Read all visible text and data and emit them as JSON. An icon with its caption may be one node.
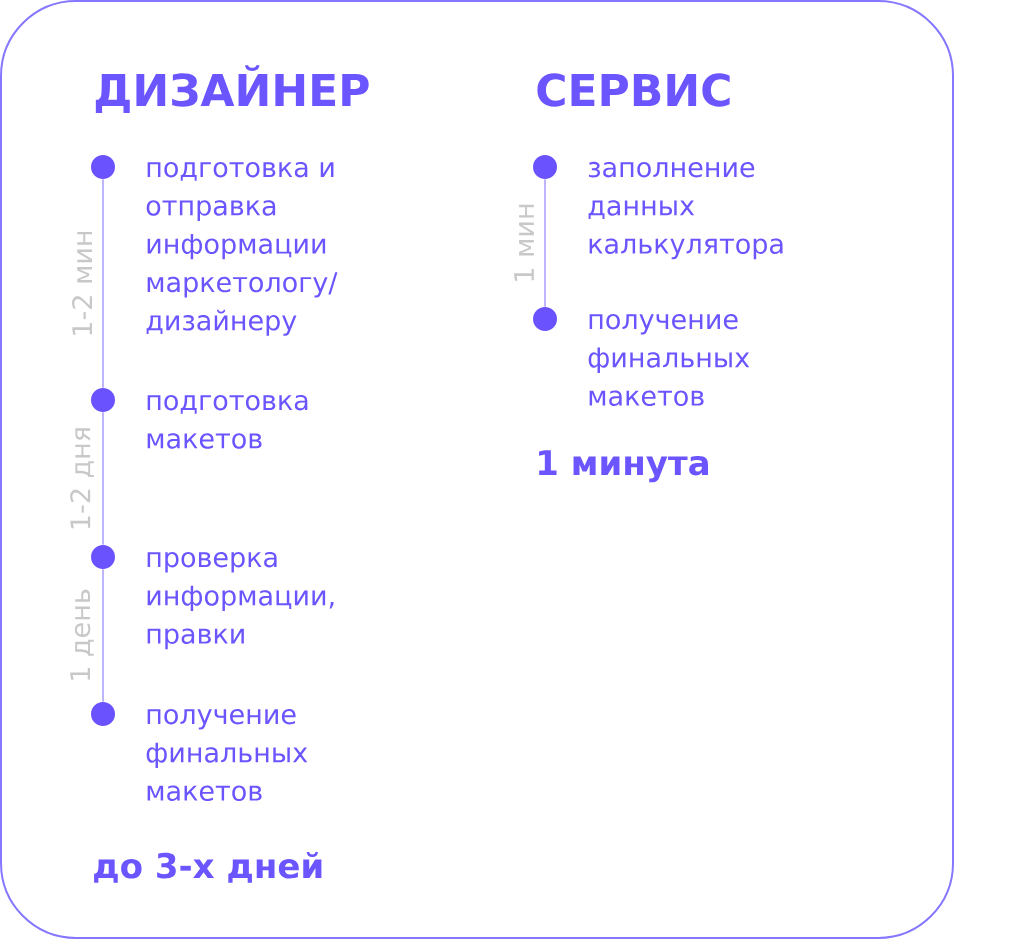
{
  "diagram": {
    "nodes": [
      {
        "text": [
          "ДИЗАЙНЕР",
          "СЕРВИС",
          "1 минута",
          "до 3-х дней"
        ]
      },
      {
        "text": [],
        "shape": "circle",
        "in": 0,
        "beside": [
          "подготовка и отправка информации маркетологу/дизайнеру"
        ]
      },
      {
        "text": [],
        "shape": "circle",
        "in": 0,
        "beside": [
          "подготовка макетов"
        ]
      },
      {
        "text": [],
        "shape": "circle",
        "in": 0,
        "beside": [
          "проверка информации, правки"
        ]
      },
      {
        "text": [],
        "shape": "circle",
        "in": 0,
        "beside": [
          "получение финальных макетов"
        ]
      },
      {
        "text": [],
        "shape": "circle",
        "in": 0,
        "beside": [
          "заполнение данных калькулятора"
        ]
      },
      {
        "text": [],
        "shape": "circle",
        "in": 0,
        "beside": [
          "получение финальных макетов"
        ]
      }
    ],
    "edges": [
      {
        "from": 1,
        "to": 2,
        "arrow": "none",
        "label": "1-2 мин"
      },
      {
        "from": 2,
        "to": 3,
        "arrow": "none",
        "label": "1-2 дня"
      },
      {
        "from": 3,
        "to": 4,
        "arrow": "none",
        "label": "1 день"
      },
      {
        "from": 5,
        "to": 6,
        "arrow": "none",
        "label": "1 мин"
      }
    ]
  }
}
